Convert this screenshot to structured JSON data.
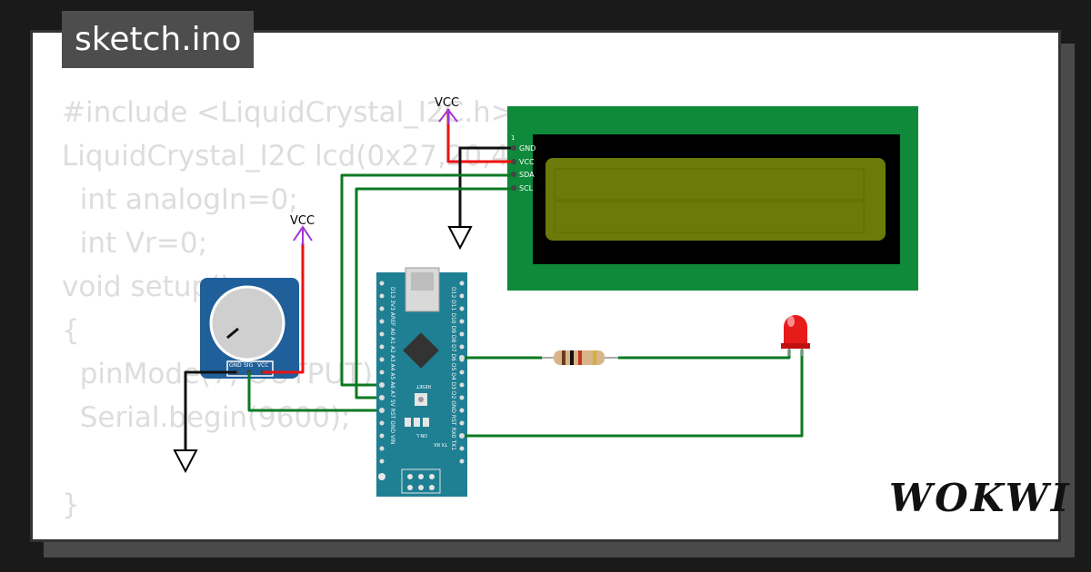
{
  "title": "sketch.ino",
  "code_lines": [
    "#include <LiquidCrystal_I2C.h>",
    "LiquidCrystal_I2C lcd(0x27,20,4);",
    "  int analogIn=0;",
    "  int Vr=0;",
    "void setup()",
    "{",
    "  pinMode(7, OUTPUT);",
    "  Serial.begin(9600);",
    "",
    "}"
  ],
  "vcc_label": "VCC",
  "lcd_pins": [
    "GND",
    "VCC",
    "SDA",
    "SCL"
  ],
  "lcd_pin1": "1",
  "pot_pins": [
    "GND",
    "SIG",
    "VCC"
  ],
  "nano_top_pins": "D13 3V3 AREF A0 A1 A2 A3 A4 A5 A6 A7 5V RST GND VIN",
  "nano_bottom_pins": "D12 D11 D10 D9 D8 D7 D6 D5 D4 D3 D2 GND RST RX0 TX1",
  "reset_label": "RESET",
  "on_label": "ON L",
  "txrx_label": "TX RX",
  "brand": "WOKWI",
  "colors": {
    "wire_red": "#ee1111",
    "wire_black": "#111111",
    "wire_green": "#0a7a20",
    "lcd_board": "#0e8a3a",
    "lcd_screen": "#6b7a08",
    "nano_board": "#1f7f93",
    "pot_board": "#1f5f9a",
    "vcc_arrow": "#a034d6"
  }
}
